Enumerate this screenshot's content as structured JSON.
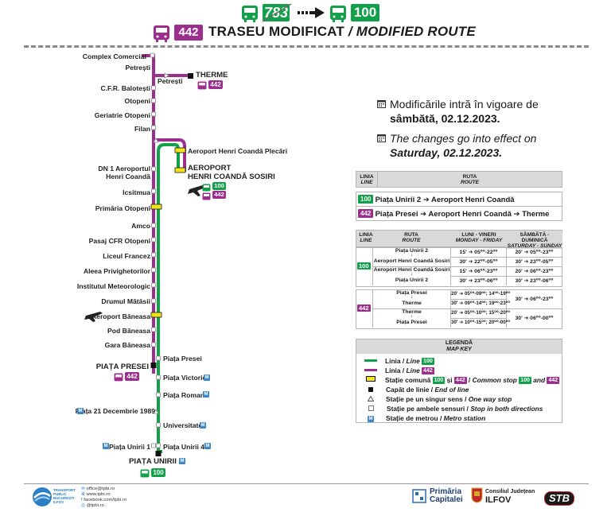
{
  "header": {
    "old_line": "783",
    "new_line": "100",
    "route_line": "442",
    "title_ro": "TRASEU MODIFICAT",
    "title_sep": " / ",
    "title_en": "MODIFIED ROUTE"
  },
  "colors": {
    "green": "#12a04a",
    "purple": "#9c2e8e",
    "yellow": "#f2e21a",
    "metro": "#3d87c8"
  },
  "stops_left": [
    "Complex Comercial",
    "Petrești",
    "C.F.R. Balotești",
    "Otopeni",
    "Geriatrie Otopeni",
    "Filan",
    "DN 1 Aeroportul",
    "Henri Coandă",
    "Icsitmua",
    "Primăria Otopeni",
    "Amco",
    "Pasaj CFR Otopeni",
    "Liceul Francez",
    "Aleea Privighetorilor",
    "Institutul Meteorologic",
    "Drumul Mătăsii",
    "Aeroport Băneasa",
    "Pod Băneasa",
    "Gara Băneasa",
    "PIAȚA PRESEI",
    "Piața 21 Decembrie 1989",
    "Piața Unirii 1"
  ],
  "stops_right": [
    "Petrești",
    "THERME",
    "Aeroport Henri Coandă Plecări",
    "AEROPORT",
    "HENRI COANDĂ SOSIRI",
    "Piața Presei",
    "Piața Victoriei",
    "Piața Romană",
    "Universitate",
    "Piața Unirii 4",
    "PIAȚA UNIRII 2"
  ],
  "notice": {
    "ro_line1": "Modificările intră în vigoare de",
    "ro_line2_bold": "sâmbătă",
    "ro_line2_rest": ", 02.12.2023.",
    "en_line1": "The changes go into effect on",
    "en_line2_bold": "Saturday",
    "en_line2_rest": ", 02.12.2023."
  },
  "route_table": {
    "h_line": "LINIA",
    "h_line_en": "LINE",
    "h_route": "RUTA",
    "h_route_en": "ROUTE",
    "rows": [
      {
        "line": "100",
        "text": "Piața Unirii 2 ➔ Aeroport Henri Coandă"
      },
      {
        "line": "442",
        "text": "Piața Presei  ➔ Aeroport Henri Coandă ➔ Therme"
      }
    ]
  },
  "schedule": {
    "h_line": "LINIA",
    "h_line_en": "LINE",
    "h_route": "RUTA",
    "h_route_en": "ROUTE",
    "h_weekday": "LUNI - VINERI",
    "h_weekday_en": "MONDAY - FRIDAY",
    "h_weekend": "SÂMBĂTĂ - DUMINICĂ",
    "h_weekend_en": "SATURDAY - SUNDAY",
    "line100": [
      {
        "route": "Piața Unirii 2",
        "wd": "15' ➔ 05⁰⁰-22⁰⁰",
        "we": "20' ➔ 05⁰⁰-23⁰⁰"
      },
      {
        "route": "Aeroport Henri Coandă Sosiri",
        "wd": "30' ➔ 22⁰⁰-05⁰⁰",
        "we": "30' ➔ 23⁰⁰-05⁰⁰"
      },
      {
        "route": "Aeroport Henri Coandă Sosiri",
        "wd": "15' ➔ 06⁰⁰-23⁰⁰",
        "we": "20' ➔ 06⁰⁰-23⁰⁰"
      },
      {
        "route": "Piața Unirii 2",
        "wd": "30' ➔ 23⁰⁰-06⁰⁰",
        "we": "30' ➔ 23⁰⁰-06⁰⁰"
      }
    ],
    "line442": [
      {
        "route": "Piața Presei",
        "wd": "20' ➔ 05⁰⁰-09⁰⁰; 14⁰⁰-19⁰⁰",
        "we": "30' ➔ 06⁰⁰-23⁰⁰"
      },
      {
        "route": "Therme",
        "wd": "30' ➔ 09⁰⁰-14⁰⁰; 19⁰⁰-23⁰⁰",
        "we": ""
      },
      {
        "route": "Therme",
        "wd": "20' ➔ 05⁰⁰-10⁰⁰; 15⁰⁰-20⁰⁰",
        "we": "30' ➔ 06⁰⁰-00⁰⁰"
      },
      {
        "route": "Piața Presei",
        "wd": "30' ➔ 10⁰⁰-15⁰⁰; 20⁰⁰-00⁰⁰",
        "we": ""
      }
    ]
  },
  "legend": {
    "title": "LEGENDĂ",
    "title_en": "MAP KEY",
    "line_ro": "Linia / ",
    "line_en": "Line",
    "common_ro": "Stație comună",
    "common_and": "și",
    "common_sep": " / ",
    "common_en": "Common stop",
    "common_and_en": "and",
    "end_ro": "Capăt de linie",
    "end_en": "End of line",
    "oneway_ro": "Stație pe un singur sens",
    "oneway_en": "One way stop",
    "both_ro": "Stație pe ambele sensuri",
    "both_en": "Stop in both directions",
    "metro_ro": "Stație de metrou",
    "metro_en": "Metro station",
    "sep": " / "
  },
  "footer": {
    "org1": "TRANSPORT",
    "org2": "PUBLIC",
    "org3": "BUCUREȘTI",
    "org4": "ILFOV",
    "email": "office@tpbi.ro",
    "web": "www.tpbi.ro",
    "facebook": "facebook.com/tpbi.ro",
    "handle": "@tpbi.ro",
    "primaria1": "Primăria",
    "primaria2": "Capitalei",
    "consiliu1": "Consiliul Județean",
    "consiliu2": "ILFOV",
    "stb": "STB"
  }
}
